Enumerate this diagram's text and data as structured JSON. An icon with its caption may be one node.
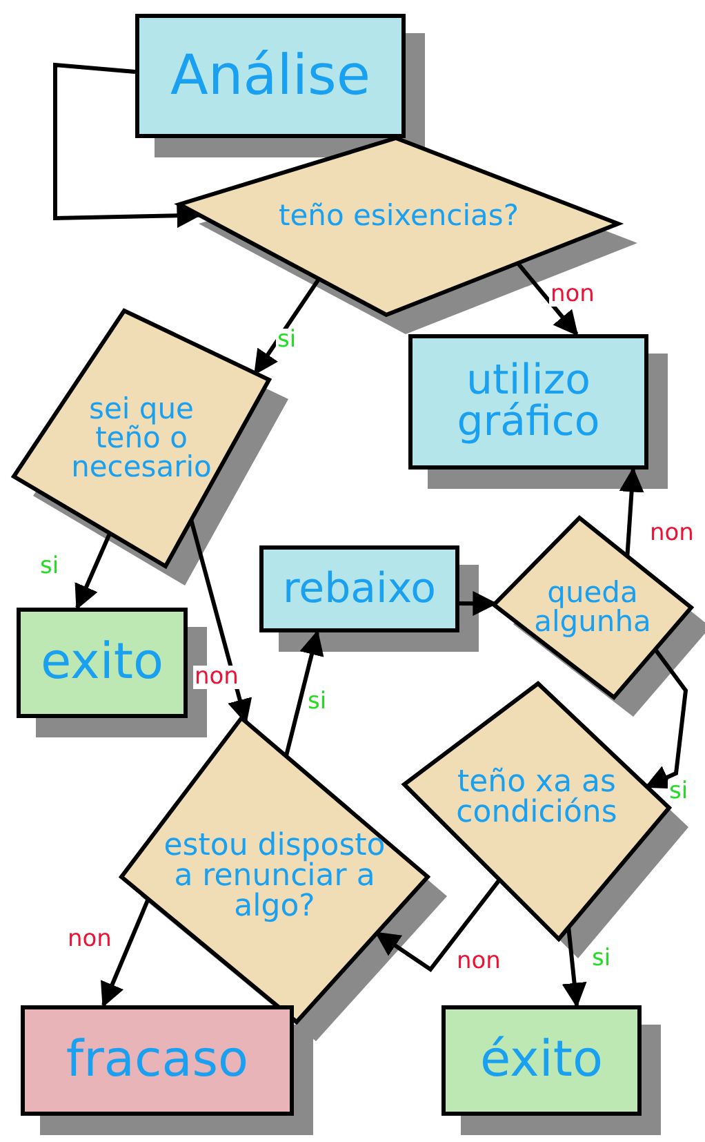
{
  "diagram": {
    "nodes": [
      {
        "text": [
          "Análise"
        ]
      },
      {
        "text": [
          "teño esixencias?"
        ]
      },
      {
        "text": [
          "sei que teño o necesario"
        ]
      },
      {
        "text": [
          "utilizo gráfico"
        ]
      },
      {
        "text": [
          "exito"
        ]
      },
      {
        "text": [
          "rebaixo"
        ]
      },
      {
        "text": [
          "queda algunha"
        ]
      },
      {
        "text": [
          "estou disposto a renunciar a algo?"
        ]
      },
      {
        "text": [
          "teño xa as condicións"
        ]
      },
      {
        "text": [
          "fracaso"
        ]
      },
      {
        "text": [
          "éxito"
        ]
      }
    ],
    "edges": [
      {
        "from": 0,
        "to": 1,
        "arrow": "to"
      },
      {
        "from": 1,
        "to": 2,
        "arrow": "to",
        "label": "si"
      },
      {
        "from": 1,
        "to": 3,
        "arrow": "to",
        "label": "non"
      },
      {
        "from": 2,
        "to": 4,
        "arrow": "to",
        "label": "si"
      },
      {
        "from": 2,
        "to": 7,
        "arrow": "to",
        "label": "non"
      },
      {
        "from": 7,
        "to": 5,
        "arrow": "to",
        "label": "si"
      },
      {
        "from": 5,
        "to": 6,
        "arrow": "to"
      },
      {
        "from": 6,
        "to": 3,
        "arrow": "to",
        "label": "non"
      },
      {
        "from": 6,
        "to": 8,
        "arrow": "to",
        "label": "si"
      },
      {
        "from": 7,
        "to": 9,
        "arrow": "to",
        "label": "non"
      },
      {
        "from": 8,
        "to": 10,
        "arrow": "to",
        "label": "si"
      },
      {
        "from": 8,
        "to": 7,
        "arrow": "to",
        "label": "non"
      }
    ]
  }
}
